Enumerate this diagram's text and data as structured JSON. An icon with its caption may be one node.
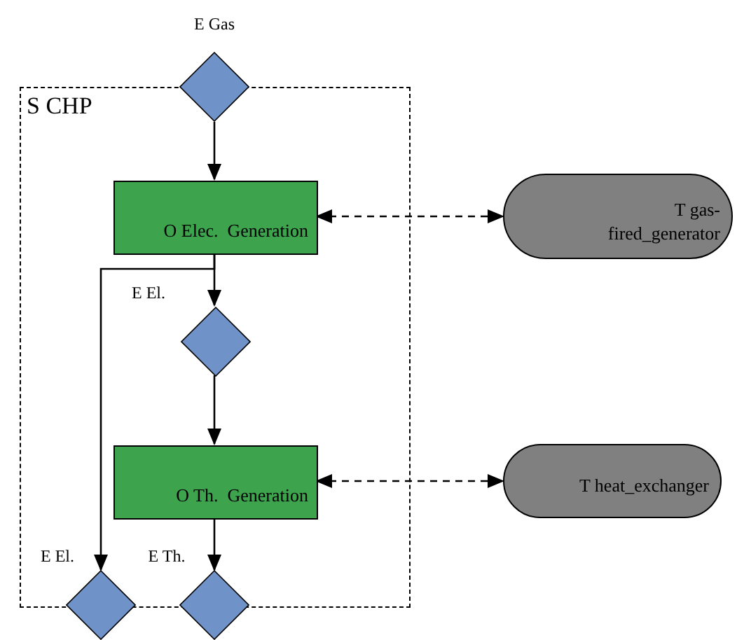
{
  "diagram": {
    "nodes": [
      {
        "text": [
          "S CHP"
        ]
      },
      {
        "text": [
          "E Gas"
        ]
      },
      {
        "text": [
          "O Elec.  Generation"
        ],
        "in": 0
      },
      {
        "text": [
          "E El."
        ],
        "in": 0
      },
      {
        "text": [
          "O Th.  Generation"
        ],
        "in": 0
      },
      {
        "text": [],
        "shape": "diamond"
      },
      {
        "text": [],
        "shape": "diamond"
      },
      {
        "text": [
          "T gas-fired_generator"
        ]
      },
      {
        "text": [
          "T heat_exchanger"
        ]
      }
    ],
    "edges": [
      {
        "from": 1,
        "to": 2,
        "arrow": "to"
      },
      {
        "from": 2,
        "to": 3,
        "arrow": "to"
      },
      {
        "from": 2,
        "to": 5,
        "arrow": "to"
      },
      {
        "from": 3,
        "to": 4,
        "arrow": "to"
      },
      {
        "from": 4,
        "to": 6,
        "arrow": "to"
      },
      {
        "from": 2,
        "to": 7,
        "arrow": "both",
        "style": "dashed"
      },
      {
        "from": 4,
        "to": 8,
        "arrow": "both",
        "style": "dashed"
      }
    ],
    "labels": [
      "E El.",
      "E Th."
    ]
  }
}
